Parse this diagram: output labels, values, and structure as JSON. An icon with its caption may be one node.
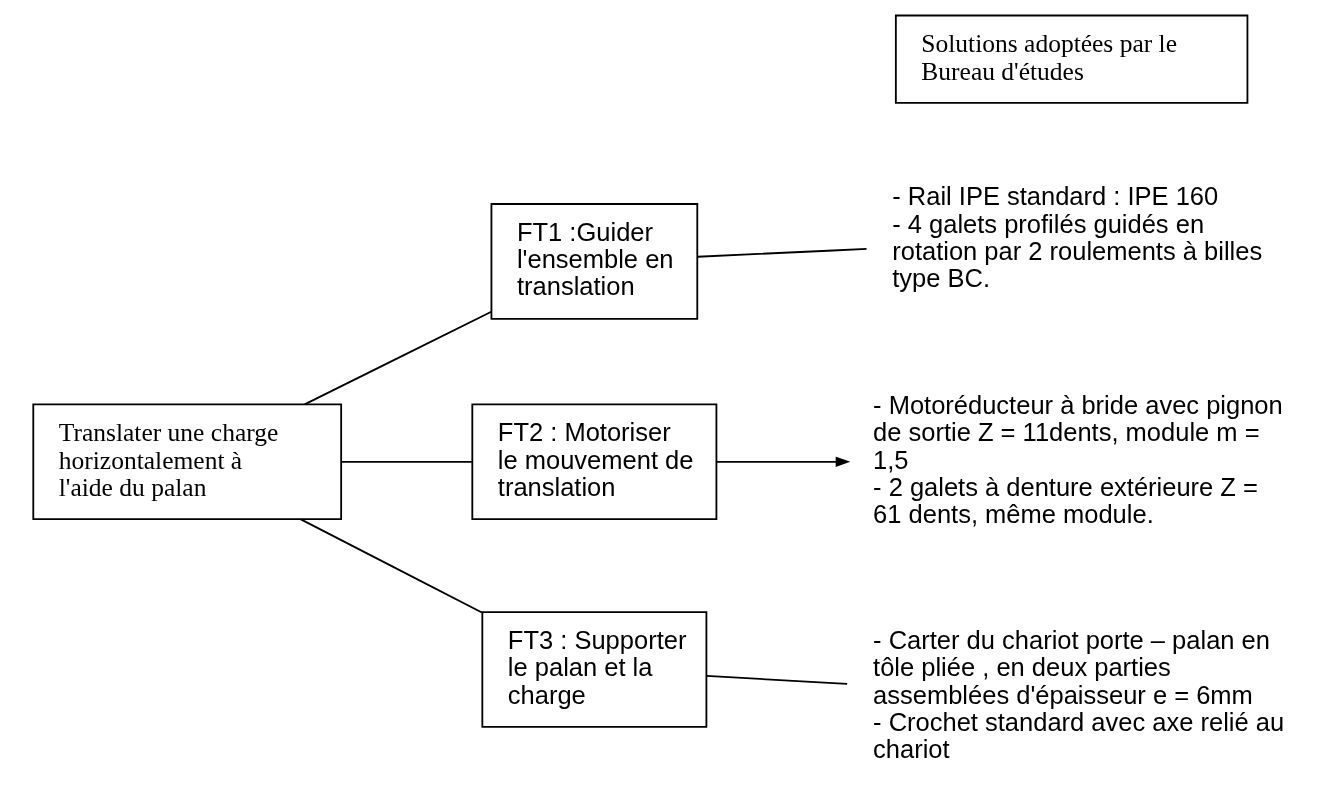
{
  "diagram": {
    "nodes": [
      {
        "text": [
          "Translater une charge horizontalement à l'aide du palan"
        ]
      },
      {
        "text": [
          "FT1 :Guider l'ensemble en translation"
        ]
      },
      {
        "text": [
          "FT2 : Motoriser le mouvement de translation"
        ]
      },
      {
        "text": [
          "FT3 : Supporter le palan et la charge"
        ]
      },
      {
        "text": [
          "Solutions adoptées par le Bureau d'études"
        ]
      },
      {
        "text": [
          "- Rail IPE standard : IPE 160",
          "- 4 galets profilés guidés en rotation par 2 roulements à billes type BC."
        ]
      },
      {
        "text": [
          "- Motoréducteur à bride avec pignon de sortie Z = 11dents, module m = 1,5",
          "- 2 galets à denture extérieure Z = 61 dents, même module."
        ]
      },
      {
        "text": [
          "- Carter du chariot porte – palan en tôle pliée , en deux parties assemblées d'épaisseur e = 6mm",
          "- Crochet standard avec axe relié au chariot"
        ]
      }
    ],
    "edges": [
      {
        "from": 0,
        "to": 1,
        "arrow": "none"
      },
      {
        "from": 0,
        "to": 2,
        "arrow": "none"
      },
      {
        "from": 0,
        "to": 3,
        "arrow": "none"
      },
      {
        "from": 1,
        "to": 5,
        "arrow": "none"
      },
      {
        "from": 2,
        "to": 6,
        "arrow": "to"
      },
      {
        "from": 3,
        "to": 7,
        "arrow": "none"
      }
    ]
  }
}
